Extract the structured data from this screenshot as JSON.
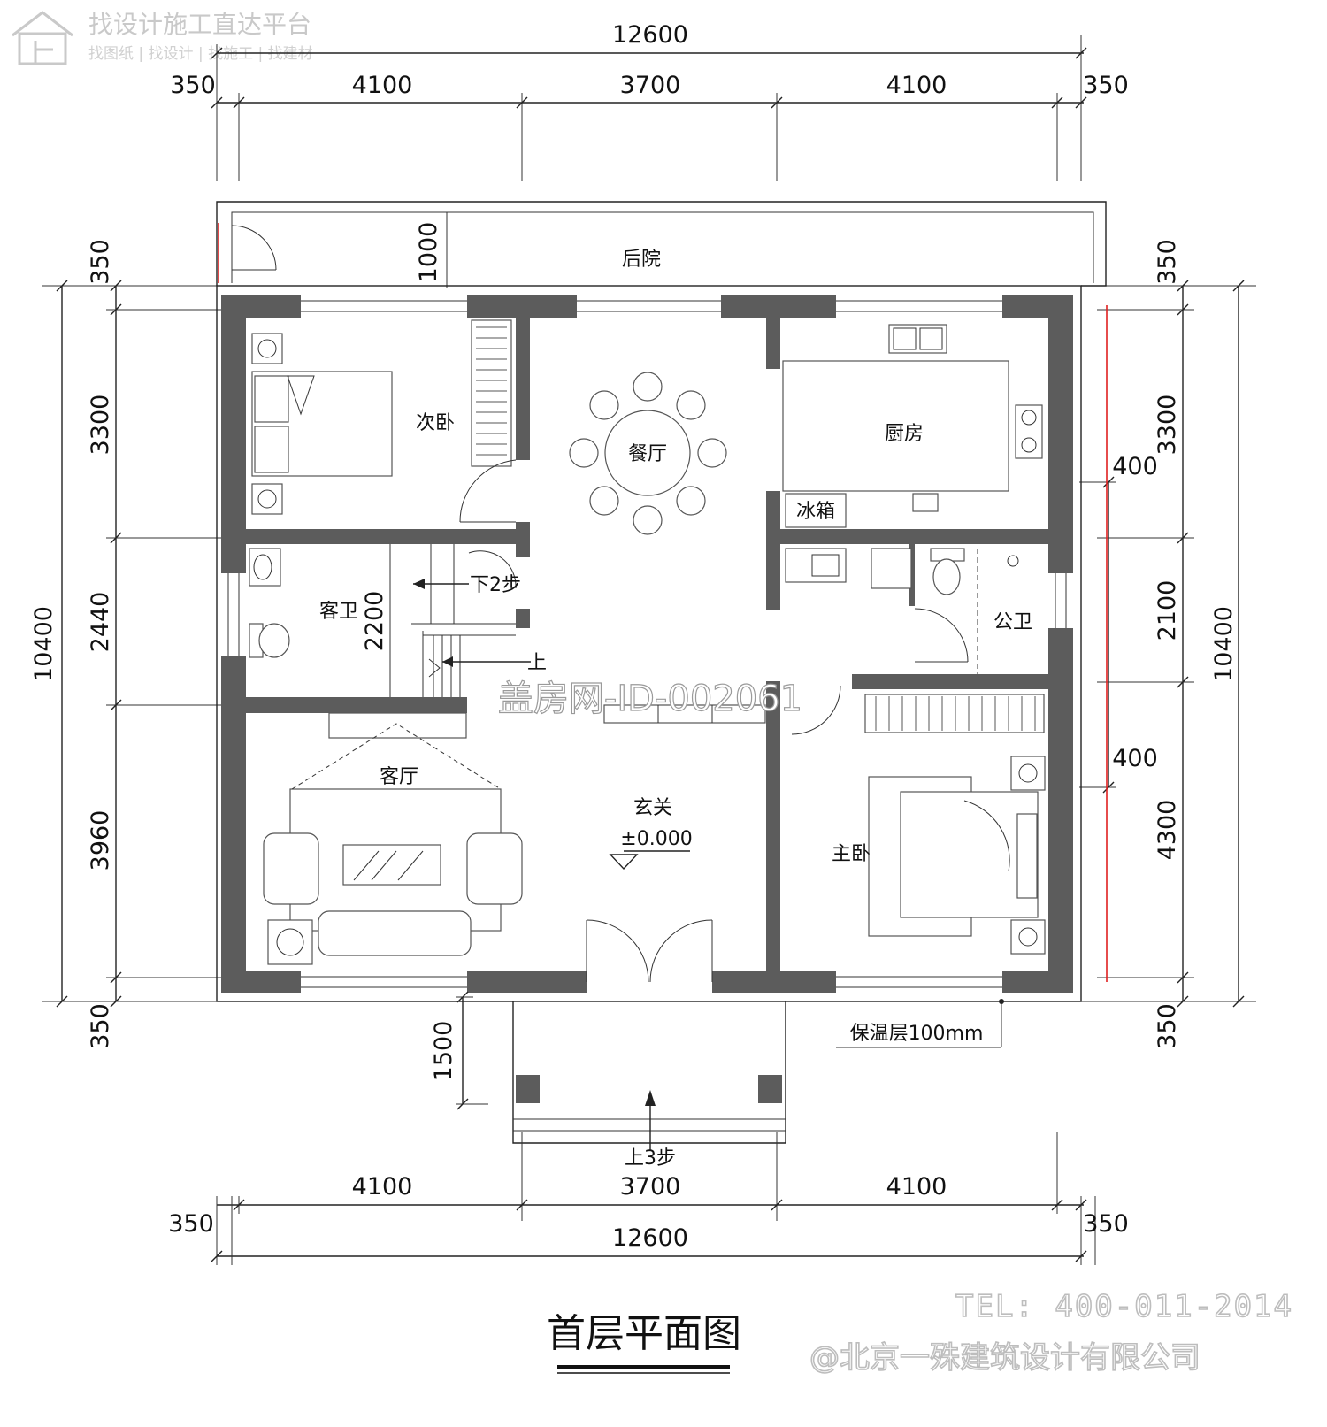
{
  "watermark_top": {
    "title": "找设计施工直达平台",
    "subtitle": "找图纸 | 找设计 | 找施工 | 找建材"
  },
  "dimensions": {
    "top_total": "12600",
    "top_left_margin": "350",
    "top_right_margin": "350",
    "top_spans": [
      "4100",
      "3700",
      "4100"
    ],
    "bottom_spans": [
      "4100",
      "3700",
      "4100"
    ],
    "bottom_total": "12600",
    "bottom_left_margin": "350",
    "bottom_right_margin": "350",
    "left_top_margin": "350",
    "left_spans": [
      "3300",
      "2440",
      "3960"
    ],
    "left_total": "10400",
    "left_bottom_margin": "350",
    "right_top_margin": "350",
    "right_spans": [
      "3300",
      "2100",
      "4300"
    ],
    "right_total": "10400",
    "right_bottom_margin": "350",
    "right_offsets": [
      "400",
      "400"
    ],
    "backyard_depth": "1000",
    "stair_length": "2200",
    "porch_depth": "1500"
  },
  "rooms": {
    "backyard": "后院",
    "second_bedroom": "次卧",
    "dining": "餐厅",
    "kitchen": "厨房",
    "fridge": "冰箱",
    "guest_bath": "客卫",
    "public_bath": "公卫",
    "living_room": "客厅",
    "foyer": "玄关",
    "elevation": "±0.000",
    "master_bedroom": "主卧",
    "stairs_down": "下2步",
    "stairs_up": "上",
    "entry_steps": "上3步",
    "insulation": "保温层100mm"
  },
  "drawing_title": "首层平面图",
  "watermark_center": "盖房网-ID-002061",
  "contact": {
    "tel": "TEL: 400-011-2014",
    "company": "@北京一殊建筑设计有限公司"
  },
  "colors": {
    "wall": "#5c5c5c",
    "line": "#222222",
    "red_marker": "#e02020"
  }
}
